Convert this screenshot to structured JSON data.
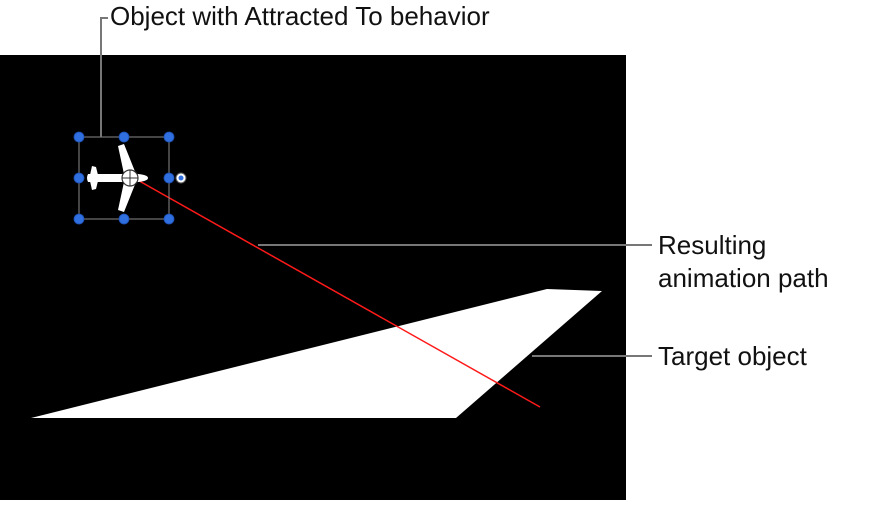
{
  "callouts": {
    "object": "Object with Attracted To behavior",
    "path_line1": "Resulting",
    "path_line2": "animation path",
    "target": "Target object"
  },
  "colors": {
    "canvas": "#000000",
    "path": "#ff1a1a",
    "handle": "#2f6fe0",
    "leader": "#777777",
    "target_fill": "#ffffff"
  },
  "icons": {
    "object": "airplane-icon"
  }
}
